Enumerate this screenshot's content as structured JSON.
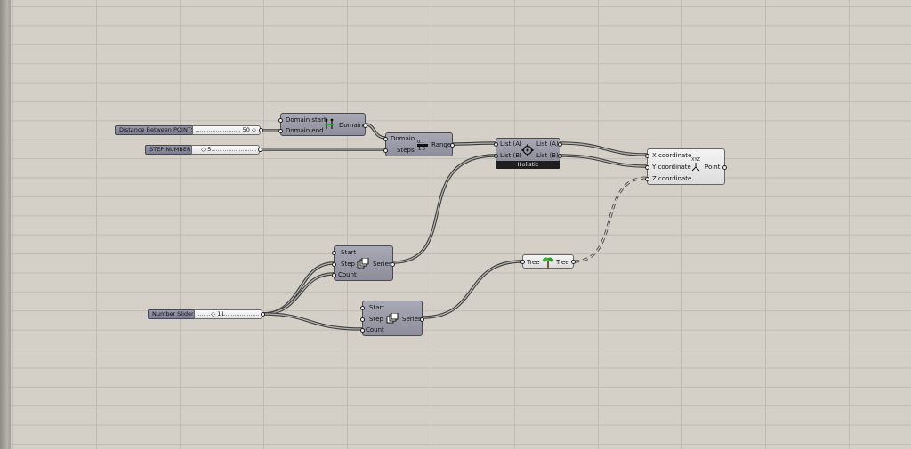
{
  "sliders": {
    "distance": {
      "name": "Distance Between POINTS",
      "value": "50 ◇"
    },
    "step_number": {
      "name": "STEP NUMBER",
      "value": "◇ 5"
    },
    "number_slider": {
      "name": "Number Slider",
      "value": "◇ 11"
    }
  },
  "construct_domain": {
    "inputs": [
      "Domain start",
      "Domain end"
    ],
    "output": "Domain"
  },
  "range": {
    "inputs": [
      "Domain",
      "Steps"
    ],
    "output": "Range"
  },
  "cross_ref": {
    "inputs": [
      "List (A)",
      "List (B)"
    ],
    "outputs": [
      "List (A)",
      "List (B)"
    ],
    "mode": "Holistic"
  },
  "point": {
    "inputs": [
      "X coordinate",
      "Y coordinate",
      "Z coordinate"
    ],
    "output": "Point",
    "icon": "XYZ"
  },
  "series_1": {
    "inputs": [
      "Start",
      "Step",
      "Count"
    ],
    "output": "Series"
  },
  "series_2": {
    "inputs": [
      "Start",
      "Step",
      "Count"
    ],
    "output": "Series"
  },
  "tree": {
    "input": "Tree",
    "output": "Tree"
  },
  "icons": {
    "domain": "construct-domain-icon",
    "range": "range-icon",
    "cross_ref": "cross-reference-icon",
    "series": "series-icon",
    "tree": "sprout-icon",
    "point": "construct-point-icon"
  },
  "colors": {
    "canvas": "#d4d0c8",
    "component": "#9b9baa",
    "wire": "#3c3c3c"
  }
}
